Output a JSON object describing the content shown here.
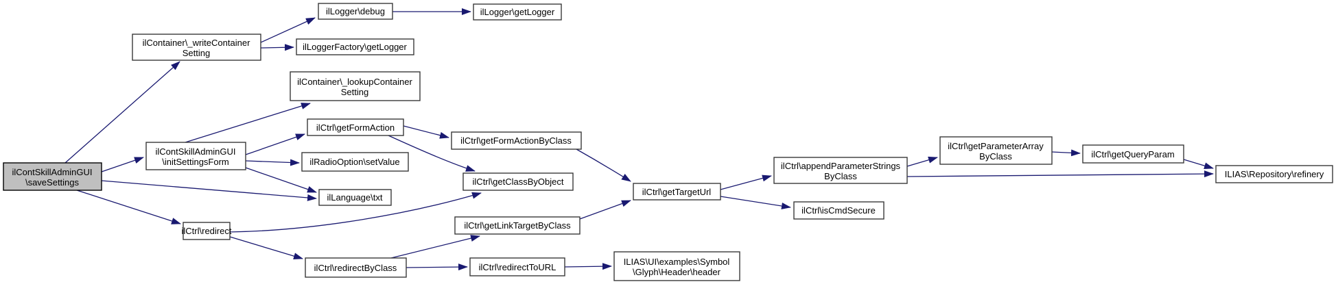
{
  "diagram": {
    "kind": "doxygen-call-graph",
    "background": "#ffffff",
    "edge_color": "#191970",
    "node_fill": "#ffffff",
    "node_border": "#383838",
    "highlight_fill": "#bfbfbf",
    "root": "ilContSkillAdminGUI\\saveSettings"
  },
  "nodes": {
    "A": {
      "line1": "ilContSkillAdminGUI",
      "line2": "\\saveSettings",
      "highlighted": true
    },
    "B": {
      "line1": "ilContainer\\_writeContainer",
      "line2": "Setting"
    },
    "C": {
      "line1": "ilLogger\\debug"
    },
    "D": {
      "line1": "ilLogger\\getLogger"
    },
    "E": {
      "line1": "ilLoggerFactory\\getLogger"
    },
    "F": {
      "line1": "ilContainer\\_lookupContainer",
      "line2": "Setting"
    },
    "G": {
      "line1": "ilContSkillAdminGUI",
      "line2": "\\initSettingsForm"
    },
    "H": {
      "line1": "ilCtrl\\getFormAction"
    },
    "I": {
      "line1": "ilRadioOption\\setValue"
    },
    "J": {
      "line1": "ilLanguage\\txt"
    },
    "K": {
      "line1": "ilCtrl\\getFormActionByClass"
    },
    "L": {
      "line1": "ilCtrl\\getClassByObject"
    },
    "M": {
      "line1": "ilCtrl\\getLinkTargetByClass"
    },
    "N": {
      "line1": "ilCtrl\\redirect"
    },
    "O": {
      "line1": "ilCtrl\\redirectByClass"
    },
    "P": {
      "line1": "ilCtrl\\redirectToURL"
    },
    "Q": {
      "line1": "ILIAS\\UI\\examples\\Symbol",
      "line2": "\\Glyph\\Header\\header"
    },
    "R": {
      "line1": "ilCtrl\\getTargetUrl"
    },
    "S": {
      "line1": "ilCtrl\\appendParameterStrings",
      "line2": "ByClass"
    },
    "T": {
      "line1": "ilCtrl\\isCmdSecure"
    },
    "U": {
      "line1": "ilCtrl\\getParameterArray",
      "line2": "ByClass"
    },
    "V": {
      "line1": "ilCtrl\\getQueryParam"
    },
    "W": {
      "line1": "ILIAS\\Repository\\refinery"
    }
  },
  "edges": [
    {
      "from": "ilContSkillAdminGUI\\saveSettings",
      "to": "ilContainer\\_writeContainerSetting"
    },
    {
      "from": "ilContSkillAdminGUI\\saveSettings",
      "to": "ilContSkillAdminGUI\\initSettingsForm"
    },
    {
      "from": "ilContSkillAdminGUI\\saveSettings",
      "to": "ilLanguage\\txt"
    },
    {
      "from": "ilContSkillAdminGUI\\saveSettings",
      "to": "ilCtrl\\redirect"
    },
    {
      "from": "ilContainer\\_writeContainerSetting",
      "to": "ilLogger\\debug"
    },
    {
      "from": "ilContainer\\_writeContainerSetting",
      "to": "ilLoggerFactory\\getLogger"
    },
    {
      "from": "ilLogger\\debug",
      "to": "ilLogger\\getLogger"
    },
    {
      "from": "ilContSkillAdminGUI\\initSettingsForm",
      "to": "ilContainer\\_lookupContainerSetting"
    },
    {
      "from": "ilContSkillAdminGUI\\initSettingsForm",
      "to": "ilCtrl\\getFormAction"
    },
    {
      "from": "ilContSkillAdminGUI\\initSettingsForm",
      "to": "ilRadioOption\\setValue"
    },
    {
      "from": "ilContSkillAdminGUI\\initSettingsForm",
      "to": "ilLanguage\\txt"
    },
    {
      "from": "ilCtrl\\getFormAction",
      "to": "ilCtrl\\getFormActionByClass"
    },
    {
      "from": "ilCtrl\\getFormAction",
      "to": "ilCtrl\\getClassByObject"
    },
    {
      "from": "ilCtrl\\getFormActionByClass",
      "to": "ilCtrl\\getTargetUrl"
    },
    {
      "from": "ilCtrl\\redirect",
      "to": "ilCtrl\\getClassByObject"
    },
    {
      "from": "ilCtrl\\redirect",
      "to": "ilCtrl\\redirectByClass"
    },
    {
      "from": "ilCtrl\\redirectByClass",
      "to": "ilCtrl\\getLinkTargetByClass"
    },
    {
      "from": "ilCtrl\\redirectByClass",
      "to": "ilCtrl\\redirectToURL"
    },
    {
      "from": "ilCtrl\\getLinkTargetByClass",
      "to": "ilCtrl\\getTargetUrl"
    },
    {
      "from": "ilCtrl\\redirectToURL",
      "to": "ILIAS\\UI\\examples\\Symbol\\Glyph\\Header\\header"
    },
    {
      "from": "ilCtrl\\getTargetUrl",
      "to": "ilCtrl\\appendParameterStringsByClass"
    },
    {
      "from": "ilCtrl\\getTargetUrl",
      "to": "ilCtrl\\isCmdSecure"
    },
    {
      "from": "ilCtrl\\appendParameterStringsByClass",
      "to": "ilCtrl\\getParameterArrayByClass"
    },
    {
      "from": "ilCtrl\\appendParameterStringsByClass",
      "to": "ILIAS\\Repository\\refinery"
    },
    {
      "from": "ilCtrl\\getParameterArrayByClass",
      "to": "ilCtrl\\getQueryParam"
    },
    {
      "from": "ilCtrl\\getQueryParam",
      "to": "ILIAS\\Repository\\refinery"
    }
  ]
}
